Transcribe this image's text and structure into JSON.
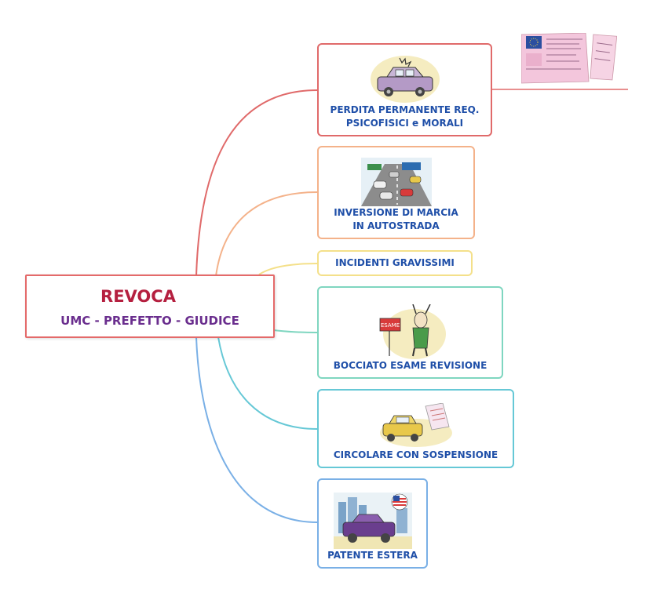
{
  "root": {
    "title": "REVOCA",
    "subtitle": "UMC - PREFETTO - GIUDICE",
    "colors": {
      "border": "#e46a6a",
      "title": "#b51f3f",
      "subtitle": "#6a2e8e"
    }
  },
  "branches": [
    {
      "label": "PERDITA PERMANENTE REQ.\nPSICOFISICI e MORALI",
      "color": "#e06a6a",
      "icon": "crashed-car-icon"
    },
    {
      "label": "INVERSIONE DI MARCIA\nIN AUTOSTRADA",
      "color": "#f4b28a",
      "icon": "highway-traffic-icon"
    },
    {
      "label": "INCIDENTI GRAVISSIMI",
      "color": "#f4e08a",
      "icon": ""
    },
    {
      "label": "BOCCIATO ESAME REVISIONE",
      "color": "#7fd6c0",
      "icon": "failed-exam-sign-icon"
    },
    {
      "label": "CIRCOLARE CON SOSPENSIONE",
      "color": "#66c8d6",
      "icon": "car-with-document-icon"
    },
    {
      "label": "PATENTE ESTERA",
      "color": "#7ab0e6",
      "icon": "foreign-driver-icon"
    }
  ],
  "license_sign": {
    "icon": "driving-license-icon"
  },
  "label_color": "#1f4fa8"
}
